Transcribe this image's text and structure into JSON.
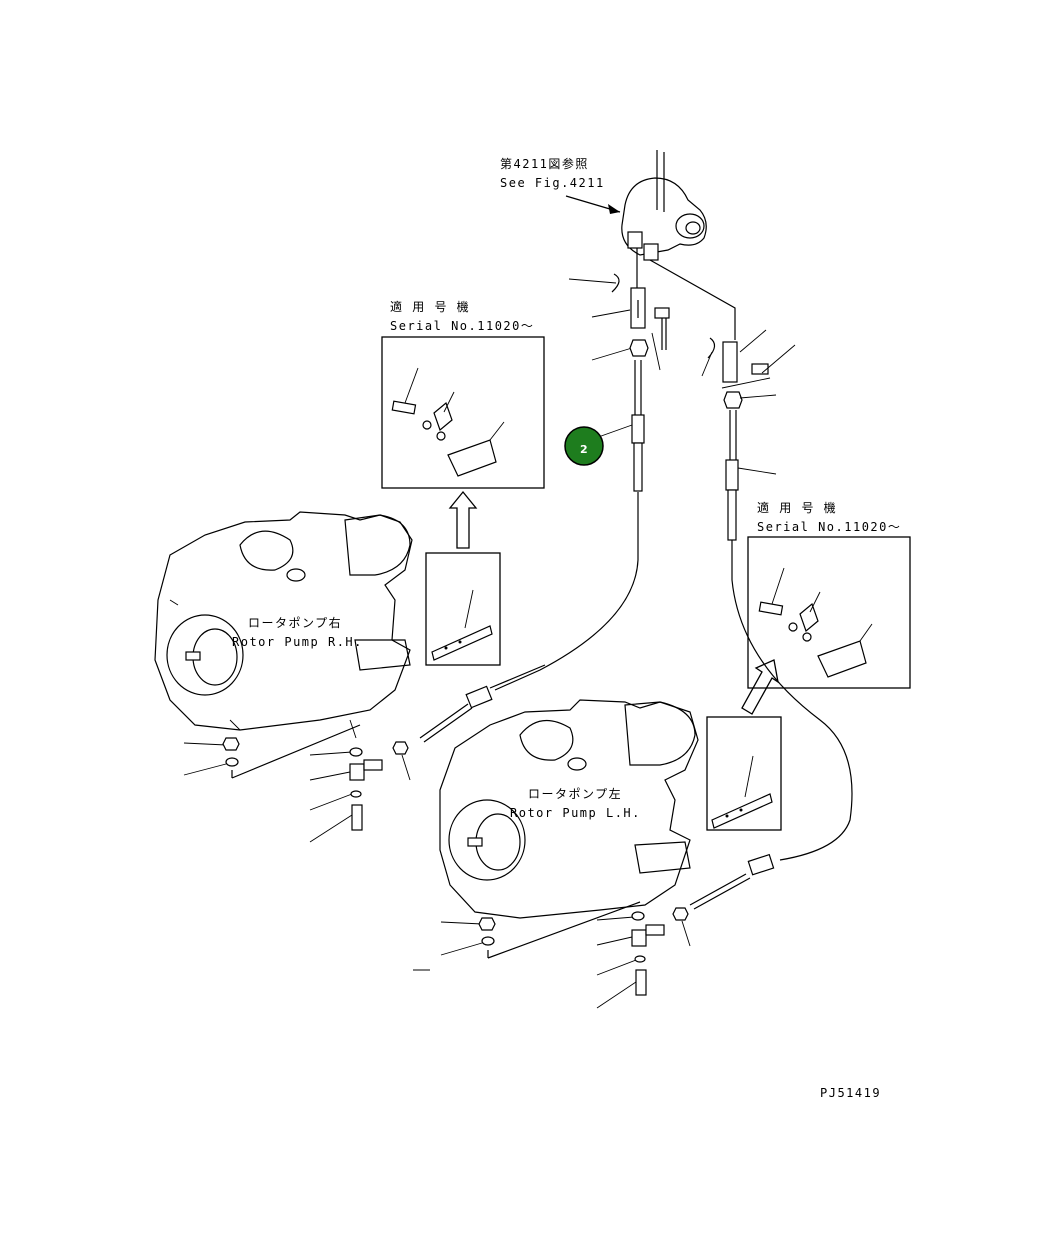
{
  "refs": {
    "see_fig_jp": "第4211図参照",
    "see_fig_en": "See Fig.4211"
  },
  "serial_notes": [
    {
      "jp": "適 用 号 機",
      "en": "Serial No.11020～"
    },
    {
      "jp": "適 用 号 機",
      "en": "Serial No.11020～"
    }
  ],
  "pumps": {
    "right": {
      "jp": "ロータポンプ右",
      "en": "Rotor Pump R.H."
    },
    "left": {
      "jp": "ロータポンプ左",
      "en": "Rotor Pump L.H."
    }
  },
  "callout": {
    "number": "2",
    "color": "#1e7d1e"
  },
  "drawing_id": "PJ51419"
}
